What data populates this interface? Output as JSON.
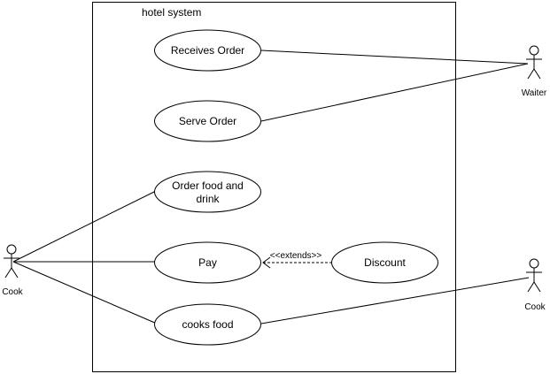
{
  "system": {
    "title": "hotel system"
  },
  "use_cases": {
    "receives_order": "Receives Order",
    "serve_order": "Serve Order",
    "order_food_line1": "Order food and",
    "order_food_line2": "drink",
    "pay": "Pay",
    "discount": "Discount",
    "cooks_food": "cooks food"
  },
  "relations": {
    "extends_label": "<<extends>>"
  },
  "actors": {
    "waiter": "Waiter",
    "cook_left": "Cook",
    "cook_right": "Cook"
  }
}
